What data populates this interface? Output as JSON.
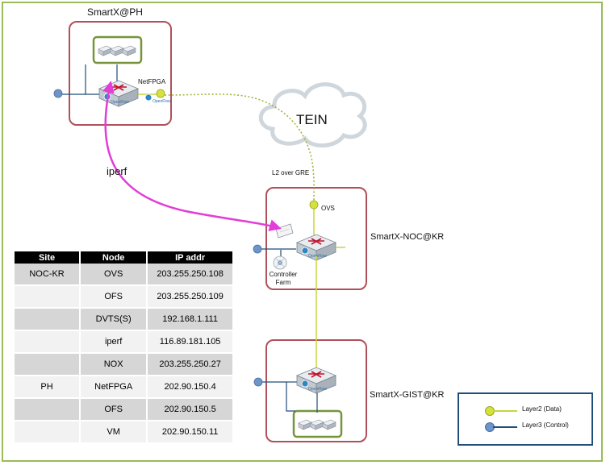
{
  "sites": {
    "ph": {
      "title": "SmartX@PH",
      "device": "NetFPGA"
    },
    "noc": {
      "title": "SmartX-NOC@KR",
      "port": "OVS",
      "controller": "Controller Farm"
    },
    "gist": {
      "title": "SmartX-GIST@KR"
    }
  },
  "links": {
    "tein": "TEIN",
    "l2": "L2 over GRE",
    "iperf": "iperf"
  },
  "colors": {
    "data": "#c8d63c",
    "control": "#6d95c9",
    "site_border": "#b0505a",
    "vm_border": "#77933c",
    "iperf_line": "#e23dd6"
  },
  "table": {
    "headers": [
      "Site",
      "Node",
      "IP addr"
    ],
    "rows": [
      [
        "NOC-KR",
        "OVS",
        "203.255.250.108"
      ],
      [
        "",
        "OFS",
        "203.255.250.109"
      ],
      [
        "",
        "DVTS(S)",
        "192.168.1.111"
      ],
      [
        "",
        "iperf",
        "116.89.181.105"
      ],
      [
        "",
        "NOX",
        "203.255.250.27"
      ],
      [
        "PH",
        "NetFPGA",
        "202.90.150.4"
      ],
      [
        "",
        "OFS",
        "202.90.150.5"
      ],
      [
        "",
        "VM",
        "202.90.150.11"
      ]
    ]
  },
  "legend": {
    "data": "Layer2 (Data)",
    "control": "Layer3 (Control)"
  }
}
